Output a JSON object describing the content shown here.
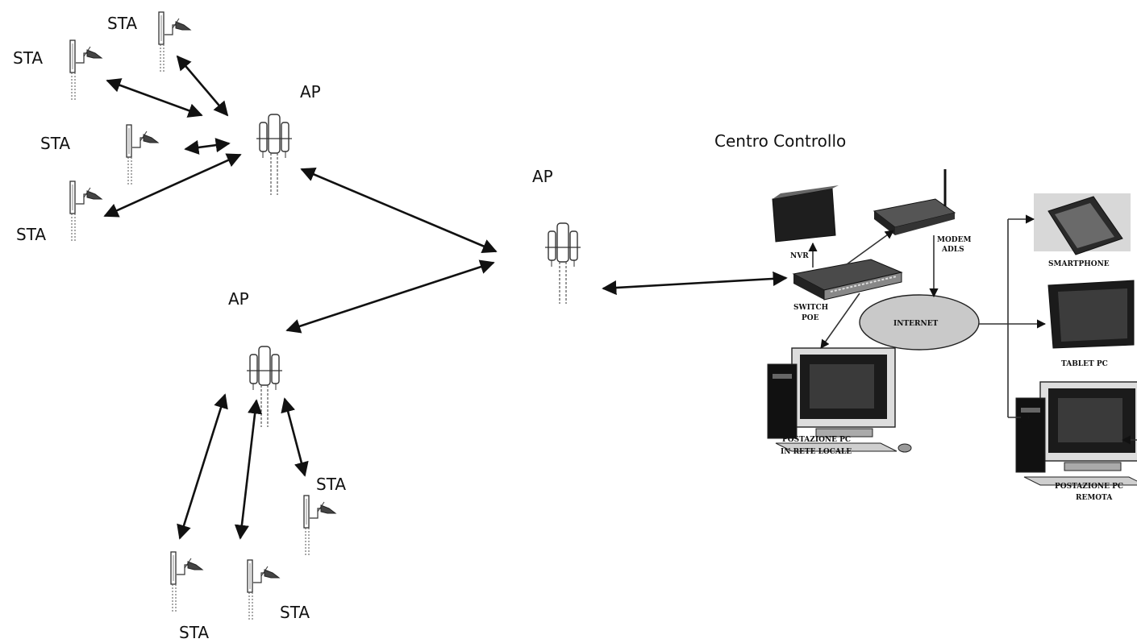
{
  "labels": {
    "sta": "STA",
    "ap": "AP",
    "control_center": "Centro Controllo",
    "nvr": "NVR",
    "modem": "MODEM",
    "adls": "ADLS",
    "switch": "SWITCH",
    "poe": "POE",
    "internet": "INTERNET",
    "smartphone": "SMARTPHONE",
    "tablet": "TABLET PC",
    "pc_local_1": "POSTAZIONE PC",
    "pc_local_2": "IN RETE LOCALE",
    "pc_remote_1": "POSTAZIONE PC",
    "pc_remote_2": "REMOTA"
  },
  "icons": {
    "antenna": "antenna-icon",
    "access_point": "access-point-icon",
    "nvr": "nvr-box-icon",
    "modem": "modem-icon",
    "switch": "switch-icon",
    "internet": "cloud-ellipse-icon",
    "smartphone": "smartphone-icon",
    "tablet": "tablet-icon",
    "pc": "desktop-pc-icon"
  },
  "colors": {
    "line": "#111111",
    "internet_fill": "#c9c9c9",
    "device_dark": "#1e1e1e",
    "device_mid": "#8a8a8a"
  }
}
